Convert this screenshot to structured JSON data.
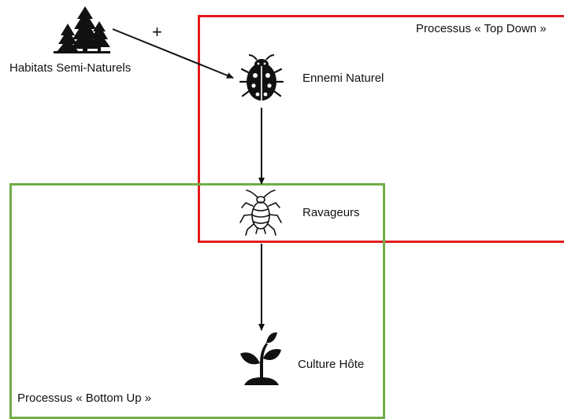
{
  "diagram": {
    "nodes": [
      {
        "id": "habitats",
        "label": "Habitats Semi-Naturels",
        "icon": "trees-icon"
      },
      {
        "id": "ennemi",
        "label": "Ennemi Naturel",
        "icon": "ladybug-icon"
      },
      {
        "id": "ravageurs",
        "label": "Ravageurs",
        "icon": "aphid-icon"
      },
      {
        "id": "culture",
        "label": "Culture Hôte",
        "icon": "plant-icon"
      }
    ],
    "edges": [
      {
        "from": "habitats",
        "to": "ennemi",
        "label": "+"
      },
      {
        "from": "ennemi",
        "to": "ravageurs"
      },
      {
        "from": "ravageurs",
        "to": "culture"
      }
    ],
    "groups": [
      {
        "id": "top-down",
        "label": "Processus « Top Down »",
        "color": "#e31b1b"
      },
      {
        "id": "bottom-up",
        "label": "Processus « Bottom Up »",
        "color": "#70ad47"
      }
    ]
  }
}
